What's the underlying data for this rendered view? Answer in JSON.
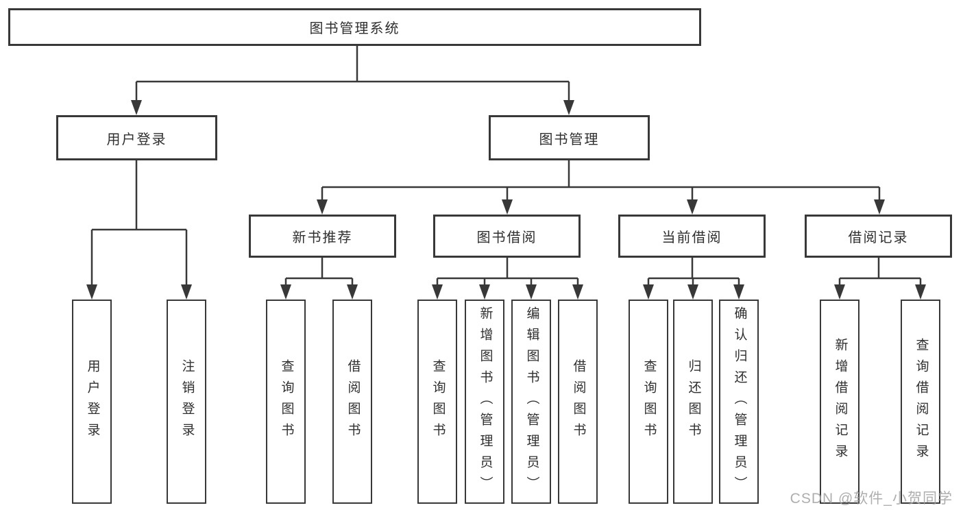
{
  "colors": {
    "line": "#383838",
    "text": "#2f2f2f",
    "watermark": "#a0a0a0",
    "bg": "#ffffff"
  },
  "tree": {
    "root": {
      "label": "图书管理系统",
      "children": [
        {
          "label": "用户登录",
          "children": [
            {
              "label": "用户登录"
            },
            {
              "label": "注销登录"
            }
          ]
        },
        {
          "label": "图书管理",
          "children": [
            {
              "label": "新书推荐",
              "children": [
                {
                  "label": "查询图书"
                },
                {
                  "label": "借阅图书"
                }
              ]
            },
            {
              "label": "图书借阅",
              "children": [
                {
                  "label": "查询图书"
                },
                {
                  "label": "新增图书（管理员）"
                },
                {
                  "label": "编辑图书（管理员）"
                },
                {
                  "label": "借阅图书"
                }
              ]
            },
            {
              "label": "当前借阅",
              "children": [
                {
                  "label": "查询图书"
                },
                {
                  "label": "归还图书"
                },
                {
                  "label": "确认归还（管理员）"
                }
              ]
            },
            {
              "label": "借阅记录",
              "children": [
                {
                  "label": "新增借阅记录"
                },
                {
                  "label": "查询借阅记录"
                }
              ]
            }
          ]
        }
      ]
    }
  },
  "watermark": {
    "text": "CSDN @软件_小贺同学"
  }
}
